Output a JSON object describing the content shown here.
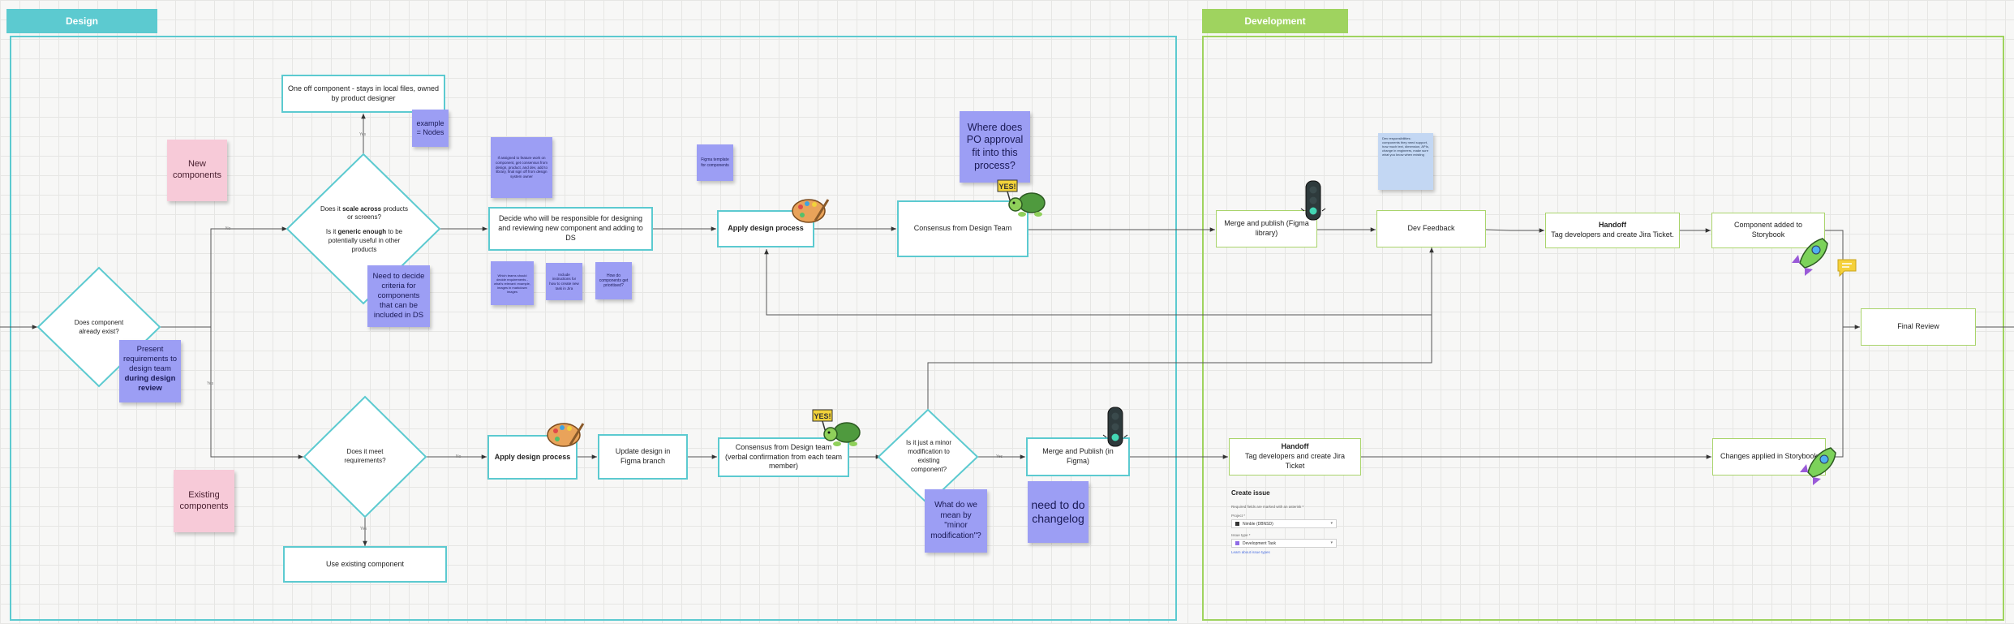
{
  "frames": {
    "design": {
      "label": "Design",
      "color": "#5ccad0"
    },
    "development": {
      "label": "Development",
      "color": "#9fd35f"
    }
  },
  "nodes": {
    "does_component_exist": "Does component already exist?",
    "scale_across_pre": "Does it ",
    "scale_across_bold": "scale across",
    "scale_across_post": " products or screens?",
    "generic_pre": "Is it ",
    "generic_bold": "generic enough",
    "generic_post": " to be potentially useful in other products",
    "one_off": "One off component - stays in local files, owned by product designer",
    "decide_who": "Decide who will be responsible for designing and reviewing new component and adding to DS",
    "apply_process_1": "Apply design process",
    "consensus_design_team": "Consensus from Design Team",
    "does_it_meet": "Does it meet requirements?",
    "use_existing": "Use existing component",
    "apply_process_2": "Apply design process",
    "update_design": "Update design in Figma branch",
    "consensus_verbal": "Consensus from Design team (verbal confirmation from each team member)",
    "minor_mod": "Is it just a minor modification to existing component?",
    "merge_publish_figma": "Merge and Publish (in Figma)",
    "merge_publish_library": "Merge and publish (Figma library)",
    "dev_feedback": "Dev Feedback",
    "handoff_top_title": "Handoff",
    "handoff_top_sub": "Tag developers and create Jira Ticket.",
    "component_storybook": "Component added to Storybook",
    "final_review": "Final Review",
    "handoff_bottom_title": "Handoff",
    "handoff_bottom_sub": "Tag developers and create Jira Ticket",
    "changes_storybook": "Changes applied in Storybook"
  },
  "edge_labels": {
    "no_1": "No",
    "yes_1": "Yes",
    "yes_2": "Yes",
    "no_2": "No",
    "yes_3": "Yes",
    "yes_4": "Yes"
  },
  "stickies": {
    "new_components": "New components",
    "existing_components": "Existing components",
    "example_nodes": "example = Nodes",
    "need_criteria": "Need to decide criteria for components that can be included in DS",
    "present_pre": "Present requirements to design team ",
    "present_bold": "during design review",
    "if_assigned": "If assigned to feature work on component, get consensus from design, product, and dev, add to library, final sign off from design system owner",
    "figma_template": "Figma template for components",
    "po_approval": "Where does PO approval fit into this process?",
    "which_teams": "Which teams should decide requirements - what's relevant: example, images in markdown images",
    "include_instructions": "Include instructions for how to create new task in Jira",
    "how_do_components": "How do components get prioritised?",
    "dev_responsibilities": "Dev responsibilities: components they need support, how much text, dimension, APIs, change in engineers, make sure what you know when existing",
    "what_minor": "What do we mean by \"minor modification\"?",
    "need_changelog": "need to do changelog"
  },
  "form": {
    "title": "Create issue",
    "required_note": "Required fields are marked with an asterisk *",
    "project_label": "Project *",
    "project_value": "Nimble (DBNSD)",
    "issue_type_label": "Issue type *",
    "issue_type_value": "Development Task",
    "learn_more": "Learn about issue types"
  },
  "stickers": {
    "yes_text": "YES!"
  },
  "icons": [
    "palette-icon",
    "turtle-yes-sticker",
    "traffic-light-icon",
    "rocket-icon",
    "chat-bubble-icon"
  ],
  "colors": {
    "teal": "#5ccad0",
    "green": "#9fd35f",
    "purple": "#9c9ef4",
    "pink": "#f7cad8",
    "light_blue": "#c3d7f3"
  }
}
